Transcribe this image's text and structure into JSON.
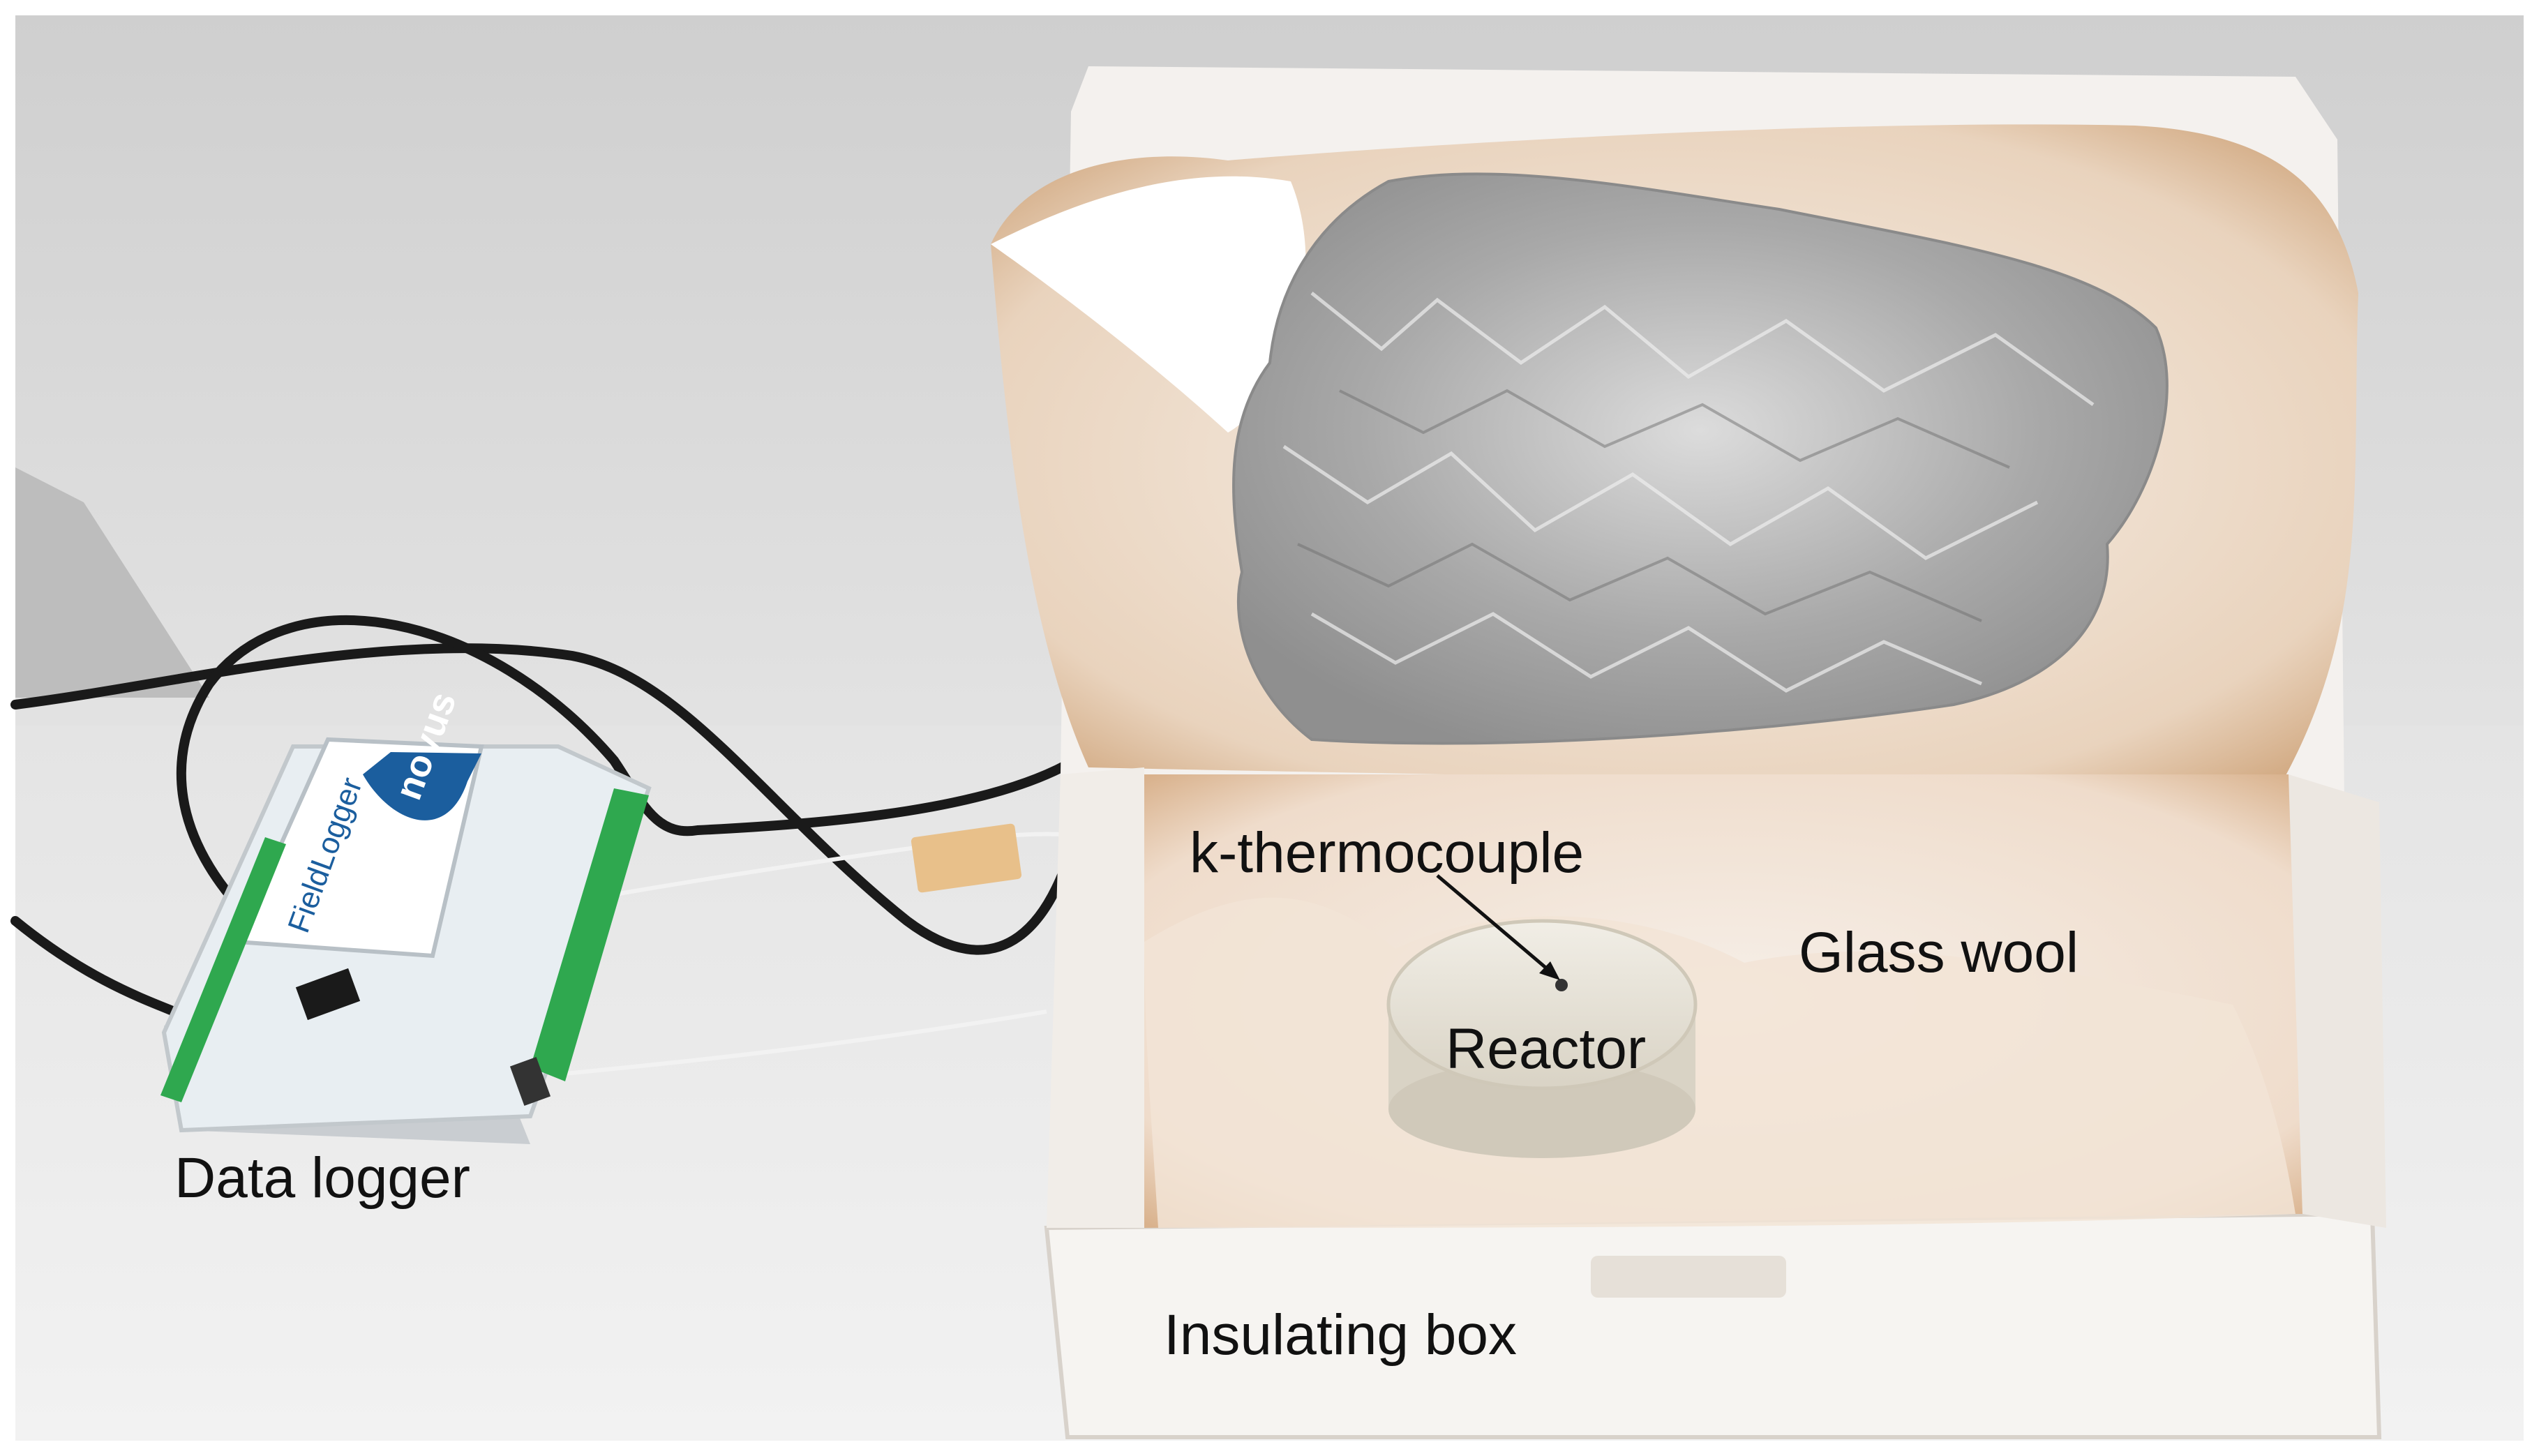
{
  "labels": {
    "thermocouple": "k-thermocouple",
    "glass_wool": "Glass wool",
    "reactor": "Reactor",
    "data_logger": "Data logger",
    "insulating_box": "Insulating box"
  },
  "device": {
    "brand": "novus",
    "model": "FieldLogger"
  },
  "colors": {
    "wall": "#d9d9d9",
    "table": "#e6e6e6",
    "foil": "#b8b8b8",
    "glass_wool": "#f3ece4",
    "wool_stain": "#c99a6c",
    "box": "#f4f1ee",
    "reactor": "#ece8de",
    "logger_body": "#e8eef2",
    "logger_accent": "#1b5e9e",
    "terminal_green": "#2fa84f",
    "cable": "#1a1a1a"
  }
}
